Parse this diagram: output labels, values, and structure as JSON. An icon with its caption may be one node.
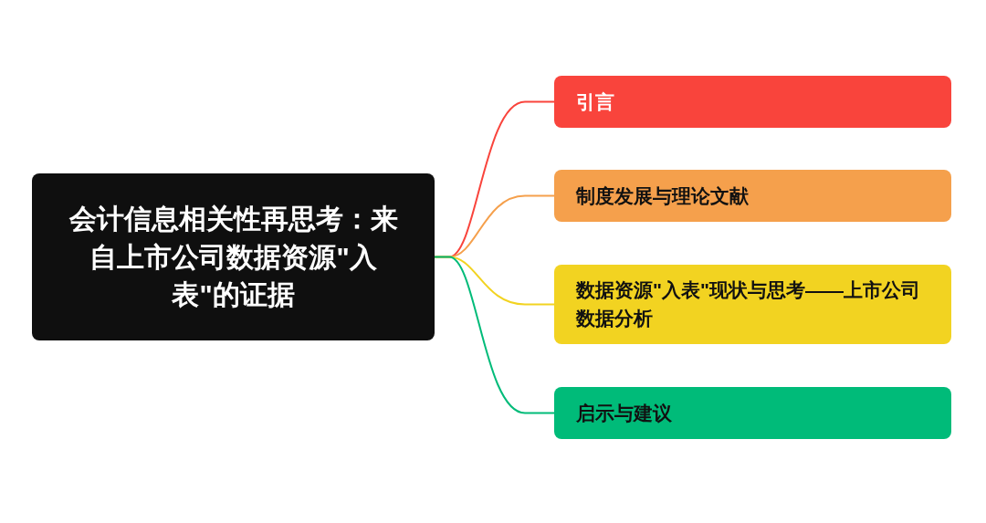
{
  "diagram": {
    "nodes": [
      {
        "text": [
          "会计信息相关性再思考：来自上市公司数据资源\"入表\"的证据"
        ]
      },
      {
        "text": [
          "引言"
        ]
      },
      {
        "text": [
          "制度发展与理论文献"
        ]
      },
      {
        "text": [
          "数据资源\"入表\"现状与思考——上市公司数据分析"
        ]
      },
      {
        "text": [
          "启示与建议"
        ]
      }
    ],
    "edges": [
      {
        "from": 0,
        "to": 1,
        "arrow": "none",
        "color": "#f9443c"
      },
      {
        "from": 0,
        "to": 2,
        "arrow": "none",
        "color": "#f5a04c"
      },
      {
        "from": 0,
        "to": 3,
        "arrow": "none",
        "color": "#f2d321"
      },
      {
        "from": 0,
        "to": 4,
        "arrow": "none",
        "color": "#00bb79"
      }
    ]
  }
}
